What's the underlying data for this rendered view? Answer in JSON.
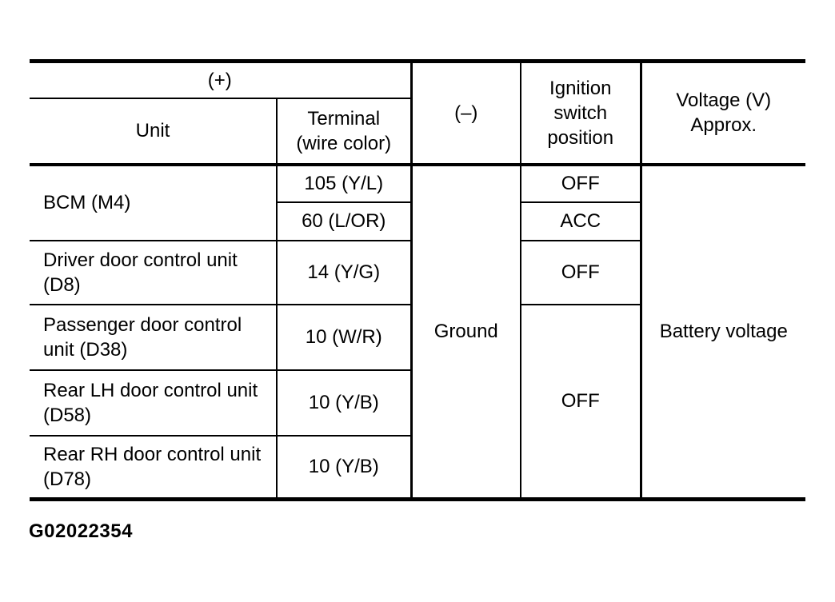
{
  "colors": {
    "ink": "#000000",
    "paper": "#ffffff"
  },
  "figure_code": "G02022354",
  "table": {
    "header": {
      "plus": "(+)",
      "unit": "Unit",
      "terminal": "Terminal\n(wire color)",
      "minus": "(–)",
      "ignition": "Ignition\nswitch\nposition",
      "voltage": "Voltage (V)\nApprox."
    },
    "body": {
      "minus_value": "Ground",
      "voltage_value": "Battery voltage",
      "rows": [
        {
          "unit": "BCM (M4)",
          "terminal": "105 (Y/L)",
          "ignition": "OFF"
        },
        {
          "terminal": "60 (L/OR)",
          "ignition": "ACC"
        },
        {
          "unit": "Driver door control unit (D8)",
          "terminal": "14 (Y/G)",
          "ignition": "OFF"
        },
        {
          "unit": "Passenger door control unit (D38)",
          "terminal": "10 (W/R)",
          "ignition": "OFF"
        },
        {
          "unit": "Rear LH door control unit (D58)",
          "terminal": "10 (Y/B)"
        },
        {
          "unit": "Rear RH door control unit (D78)",
          "terminal": "10 (Y/B)"
        }
      ]
    }
  }
}
